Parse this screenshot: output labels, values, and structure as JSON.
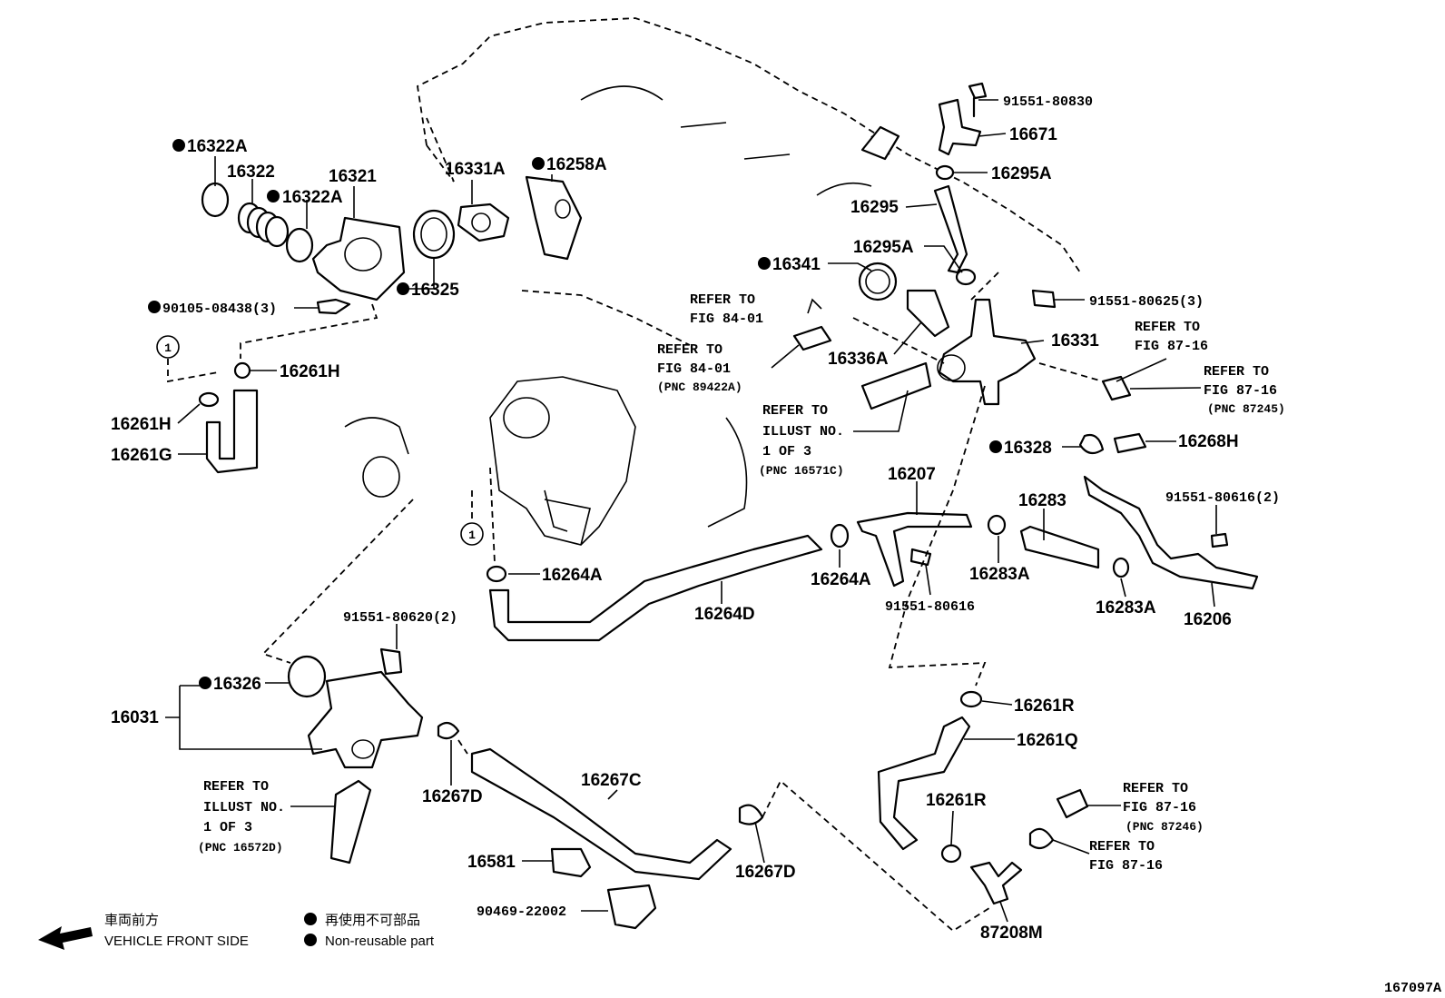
{
  "diagram_id": "167097A",
  "legend": {
    "direction_jp": "車両前方",
    "direction_en": "VEHICLE FRONT SIDE",
    "nonreuse_jp": "再使用不可部品",
    "nonreuse_en": "Non-reusable part"
  },
  "callout_circle": "1",
  "labels": {
    "p16322A_top": "16322A",
    "p16322": "16322",
    "p16322A_mid": "16322A",
    "p16321": "16321",
    "p16331A": "16331A",
    "p16258A": "16258A",
    "p16325": "16325",
    "p90105": "90105-08438(3)",
    "p91551_80830": "91551-80830",
    "p16671": "16671",
    "p16295A_top": "16295A",
    "p16295": "16295",
    "p16295A_mid": "16295A",
    "p16341": "16341",
    "p91551_80625": "91551-80625(3)",
    "p16331": "16331",
    "p16336A": "16336A",
    "p16261H_top": "16261H",
    "p16261H_left": "16261H",
    "p16261G": "16261G",
    "p16328": "16328",
    "p16268H": "16268H",
    "p16207": "16207",
    "p16283": "16283",
    "p91551_80616_2": "91551-80616(2)",
    "p16264A_left": "16264A",
    "p16264A_right": "16264A",
    "p16264D": "16264D",
    "p91551_80616": "91551-80616",
    "p16283A_left": "16283A",
    "p16283A_right": "16283A",
    "p16206": "16206",
    "p91551_80620": "91551-80620(2)",
    "p16326": "16326",
    "p16031": "16031",
    "p16261R_top": "16261R",
    "p16261Q": "16261Q",
    "p16267C": "16267C",
    "p16267D_left": "16267D",
    "p16261R_mid": "16261R",
    "p16581": "16581",
    "p16267D_right": "16267D",
    "p90469": "90469-22002",
    "p87208M": "87208M"
  },
  "references": {
    "r84_01_a": [
      "REFER TO",
      "FIG 84-01"
    ],
    "r84_01_b": [
      "REFER TO",
      "FIG 84-01",
      "(PNC 89422A)"
    ],
    "r87_16_a": [
      "REFER TO",
      "FIG 87-16"
    ],
    "r87_16_b": [
      "REFER TO",
      "FIG 87-16",
      "(PNC 87245)"
    ],
    "r_illust_1": [
      "REFER TO",
      "ILLUST NO.",
      "1 OF 3",
      "(PNC 16571C)"
    ],
    "r_illust_2": [
      "REFER TO",
      "ILLUST NO.",
      "1 OF 3",
      "(PNC 16572D)"
    ],
    "r87_16_c": [
      "REFER TO",
      "FIG 87-16",
      "(PNC 87246)"
    ],
    "r87_16_d": [
      "REFER TO",
      "FIG 87-16"
    ]
  },
  "colors": {
    "ink": "#000000",
    "paper": "#ffffff"
  }
}
